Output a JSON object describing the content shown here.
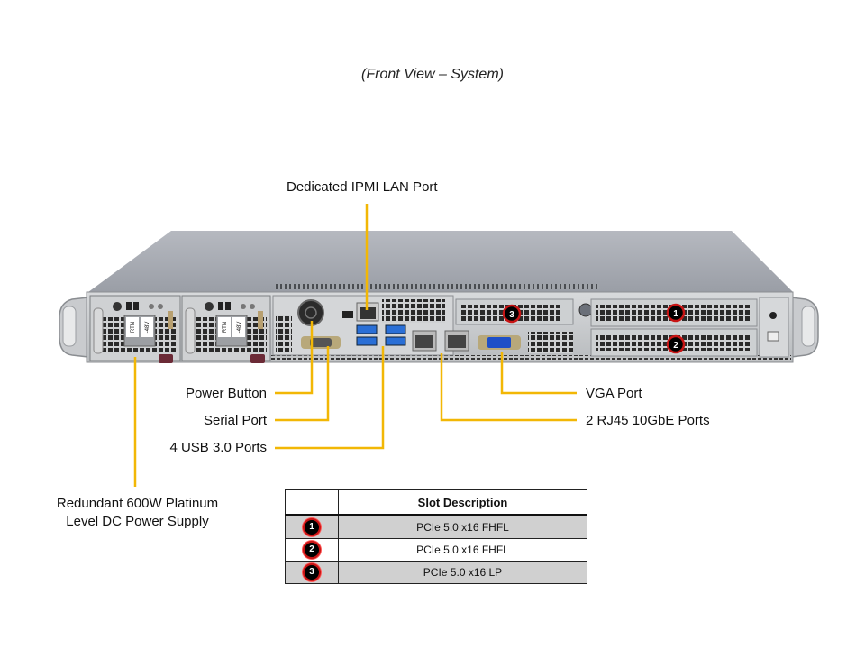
{
  "title": "(Front View – System)",
  "callouts": {
    "ipmi_lan": "Dedicated IPMI  LAN Port",
    "power_button": "Power Button",
    "serial_port": "Serial Port",
    "usb_ports": "4 USB 3.0 Ports",
    "vga_port": "VGA Port",
    "rj45_ports": "2 RJ45 10GbE Ports",
    "psu_line1": "Redundant  600W Platinum",
    "psu_line2": "Level DC Power Supply"
  },
  "psu_labels": {
    "rtn": "RTN",
    "v48": "-48V"
  },
  "slot_badges": [
    "1",
    "2",
    "3"
  ],
  "slot_table": {
    "header": "Slot Description",
    "rows": [
      {
        "badge": "1",
        "description": "PCIe  5.0 x16 FHFL"
      },
      {
        "badge": "2",
        "description": "PCIe  5.0 x16 FHFL"
      },
      {
        "badge": "3",
        "description": "PCIe  5.0 x16 LP"
      }
    ]
  },
  "colors": {
    "leader_line": "#f2b705",
    "badge_ring": "#c81414",
    "table_shade": "#d0d0d0"
  }
}
